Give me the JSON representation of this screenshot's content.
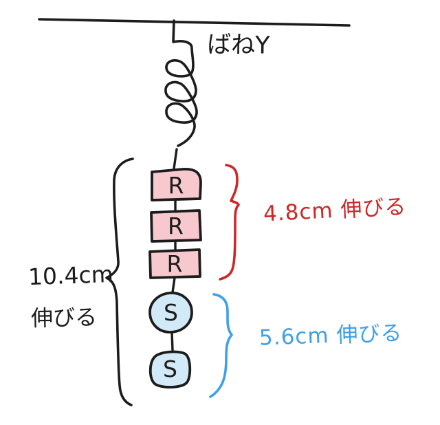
{
  "diagram": {
    "spring_label": "ばねY",
    "blocks": {
      "r_label": "R",
      "r_count": 3,
      "s_label": "S",
      "s_count": 2
    },
    "annotations": {
      "total_value": "10.4cm",
      "total_verb": "伸びる",
      "r_extension": "4.8cm 伸びる",
      "s_extension": "5.6cm 伸びる"
    },
    "colors": {
      "ink": "#1c1c1c",
      "red_accent": "#cd2727",
      "blue_accent": "#3f9fe8",
      "r_block_fill": "#f7c9ce",
      "s_block_fill": "#d2eaf8",
      "background": "#ffffff"
    }
  }
}
